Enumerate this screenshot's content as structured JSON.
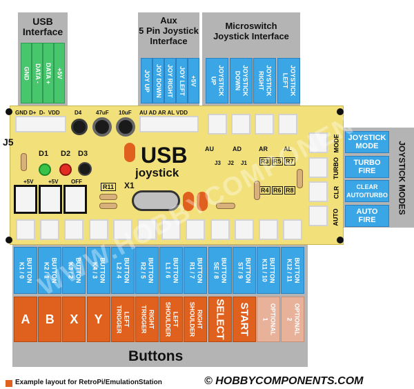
{
  "headers": {
    "usb": "USB\nInterface",
    "aux": "Aux\n5 Pin Joystick\nInterface",
    "micro": "Microswitch\nJoystick Interface",
    "modes": "JOYSTICK MODES",
    "buttons": "Buttons"
  },
  "usb_pins": [
    "GND",
    "DATA -",
    "DATA +",
    "+5V"
  ],
  "aux_pins": [
    "JOY UP",
    "JOY DOWN",
    "JOY RIGHT",
    "JOY LEFT",
    "+5V"
  ],
  "micro_pins": [
    "JOYSTICK\nUP",
    "JOYSTICK\nDOWN",
    "JOYSTICK\nRIGHT",
    "JOYSTICK\nLEFT"
  ],
  "board": {
    "title": "USB",
    "subtitle": "joystick",
    "j5": "J5",
    "usb_header": "GND D+  D-  VDD",
    "d4": "D4",
    "c47": "47uF",
    "c10": "10uF",
    "aux_header": "AU AD AR AL VDD",
    "d1": "D1",
    "d2": "D2",
    "d3": "D3",
    "p5v_1": "+5V",
    "p5v_2": "+5V",
    "off": "OFF",
    "r11": "R11",
    "x1": "X1",
    "au": "AU",
    "ad": "AD",
    "ar": "AR",
    "al": "AL",
    "r3": "R3",
    "r5": "R5",
    "r7": "R7",
    "r4": "R4",
    "r6": "R6",
    "r8": "R8",
    "j3": "J3",
    "j2": "J2",
    "j1": "J1",
    "side": [
      "MODE",
      "TURBO",
      "CLR",
      "AUTO"
    ]
  },
  "modes": [
    "JOYSTICK\nMODE",
    "TURBO\nFIRE",
    "CLEAR\nAUTO/TURBO",
    "AUTO\nFIRE"
  ],
  "button_pins": [
    "BUTTON\nK1 / 0",
    "BUTTON\nK2 / 1",
    "BUTTON\nK3 / 2",
    "BUTTON\nK4 / 3",
    "BUTTON\nL2 / 4",
    "BUTTON\nR2 / 5",
    "BUTTON\nL1 / 6",
    "BUTTON\nR1 / 7",
    "BUTTON\nSE / 8",
    "BUTTON\nST / 9",
    "BUTTON\nK11 / 10",
    "BUTTON\nK12 / 11"
  ],
  "button_maps": [
    {
      "text": "A",
      "style": "orange",
      "size": "big"
    },
    {
      "text": "B",
      "style": "orange",
      "size": "big"
    },
    {
      "text": "X",
      "style": "orange",
      "size": "big"
    },
    {
      "text": "Y",
      "style": "orange",
      "size": "big"
    },
    {
      "text": "LEFT\nTRIGGER",
      "style": "orange",
      "size": "small"
    },
    {
      "text": "RIGHT\nTRIGGER",
      "style": "orange",
      "size": "small"
    },
    {
      "text": "LEFT\nSHOULDER",
      "style": "orange",
      "size": "small"
    },
    {
      "text": "RIGHT\nSHOULDER",
      "style": "orange",
      "size": "small"
    },
    {
      "text": "SELECT",
      "style": "orange",
      "size": "big"
    },
    {
      "text": "START",
      "style": "orange",
      "size": "big"
    },
    {
      "text": "OPTIONAL\n1",
      "style": "peach",
      "size": "small"
    },
    {
      "text": "OPTIONAL\n2",
      "style": "peach",
      "size": "small"
    }
  ],
  "footer": {
    "legend": "Example layout for RetroPi/EmulationStation",
    "brand": "© HOBBYCOMPONENTS.COM",
    "watermark": "WWW.HOBBYCOMPONENTS.COM"
  },
  "colors": {
    "blue": "#3aa6e6",
    "green": "#48c66e",
    "orange": "#e0611e",
    "peach": "#e8b29a",
    "board": "#f2e17a",
    "gray": "#b4b4b4"
  }
}
